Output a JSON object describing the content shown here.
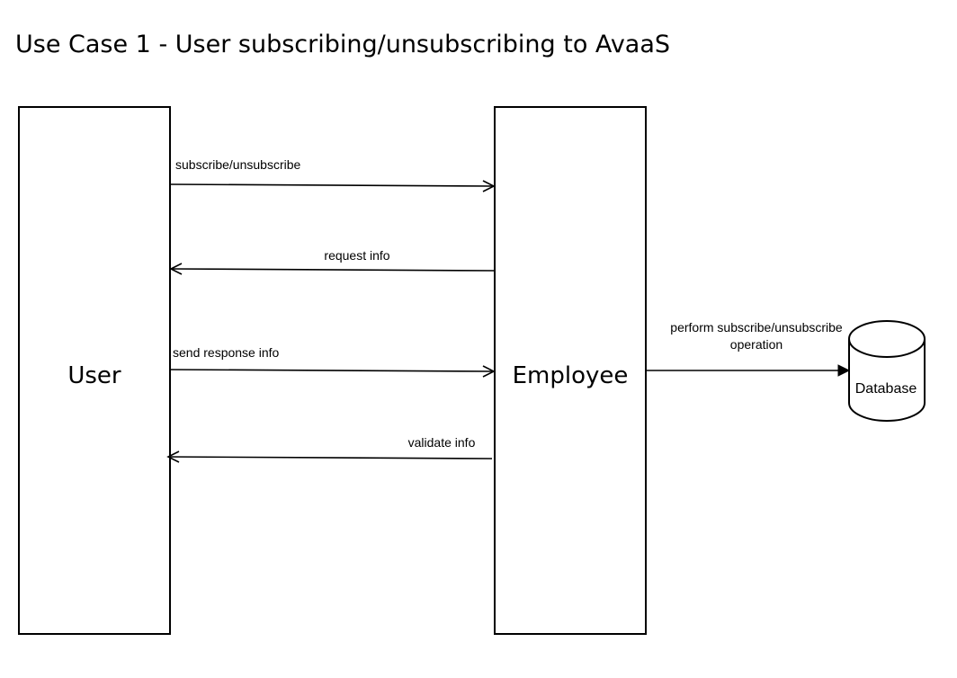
{
  "title": "Use Case 1 - User subscribing/unsubscribing to AvaaS",
  "actors": {
    "user": "User",
    "employee": "Employee",
    "database": "Database"
  },
  "messages": [
    "subscribe/unsubscribe",
    "request info",
    "send response info",
    "validate info"
  ],
  "db_message": {
    "line1": "perform subscribe/unsubscribe",
    "line2": "operation"
  }
}
